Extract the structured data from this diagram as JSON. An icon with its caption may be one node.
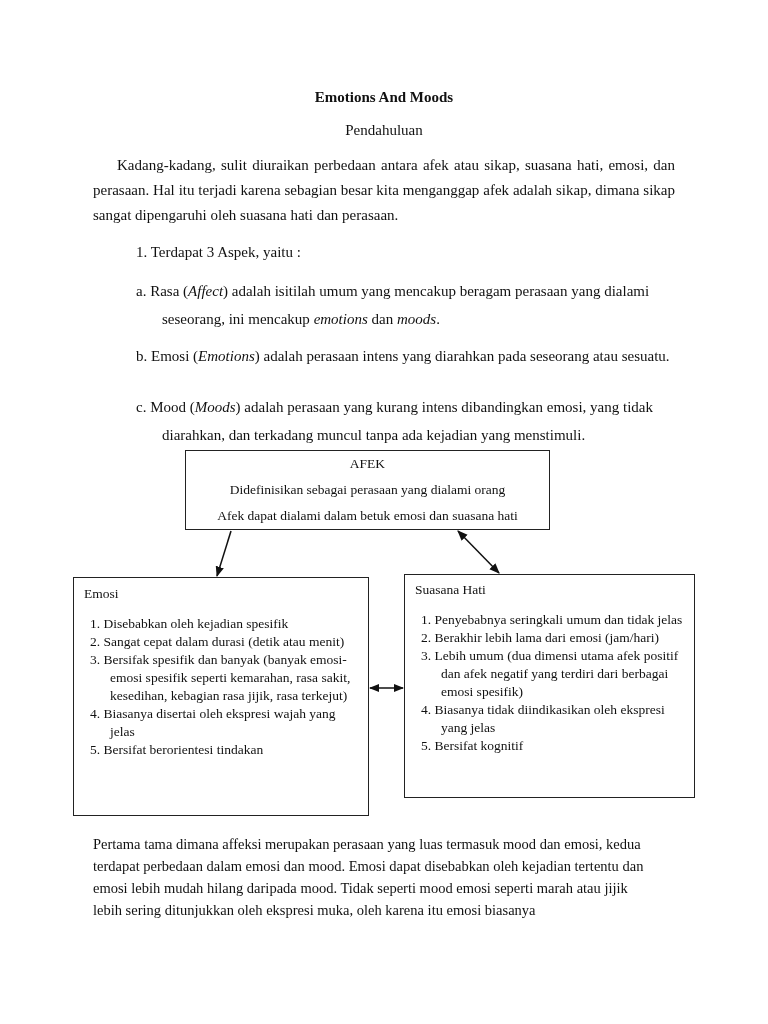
{
  "diagram": {
    "title": "Emotions And Moods",
    "nodes": [
      {
        "text": [
          "AFEK",
          "Didefinisikan sebagai perasaan yang dialami orang",
          "Afek dapat dialami dalam betuk emosi dan suasana hati"
        ]
      },
      {
        "text": [
          "Emosi",
          "1. Disebabkan oleh kejadian spesifik",
          "2. Sangat cepat dalam durasi (detik atau menit)",
          "3. Bersifak spesifik dan banyak (banyak emosi-emosi spesifik seperti kemarahan, rasa sakit, kesedihan, kebagian rasa jijik, rasa terkejut)",
          "4. Biasanya disertai oleh ekspresi wajah yang jelas",
          "5. Bersifat berorientesi tindakan"
        ]
      },
      {
        "text": [
          "Suasana Hati",
          "1. Penyebabnya seringkali umum dan tidak jelas",
          "2. Berakhir lebih lama dari emosi (jam/hari)",
          "3. Lebih umum (dua dimensi utama afek positif dan afek negatif yang terdiri dari berbagai emosi spesifik)",
          "4. Biasanya tidak diindikasikan oleh ekspresi yang jelas",
          "5. Bersifat kognitif"
        ]
      }
    ],
    "edges": [
      {
        "from": 0,
        "to": 1,
        "arrow": "to"
      },
      {
        "from": 0,
        "to": 2,
        "arrow": "both"
      },
      {
        "from": 1,
        "to": 2,
        "arrow": "both"
      }
    ],
    "labels": [
      "Pendahuluan",
      "Kadang-kadang, sulit diuraikan perbedaan antara afek atau sikap, suasana hati, emosi, dan perasaan. Hal itu terjadi karena sebagian besar kita menganggap afek adalah sikap, dimana sikap sangat dipengaruhi oleh suasana hati dan perasaan.",
      "1. Terdapat 3 Aspek, yaitu :",
      "a. Rasa (*Affect*) adalah isitilah umum yang mencakup beragam perasaan yang dialami seseorang, ini mencakup *emotions* dan *moods*.",
      "b. Emosi (*Emotions*) adalah perasaan intens yang diarahkan pada seseorang atau sesuatu.",
      "c. Mood (*Moods*) adalah perasaan yang kurang intens dibandingkan emosi, yang tidak diarahkan, dan terkadang muncul tanpa ada kejadian yang menstimuli.",
      "Pertama tama dimana affeksi merupakan perasaan yang luas termasuk mood dan emosi, kedua terdapat perbedaan dalam emosi dan mood. Emosi dapat disebabkan oleh kejadian tertentu dan emosi lebih mudah hilang daripada mood. Tidak seperti mood emosi seperti marah atau jijik lebih sering ditunjukkan oleh ekspresi muka, oleh karena itu emosi biasanya"
    ]
  }
}
